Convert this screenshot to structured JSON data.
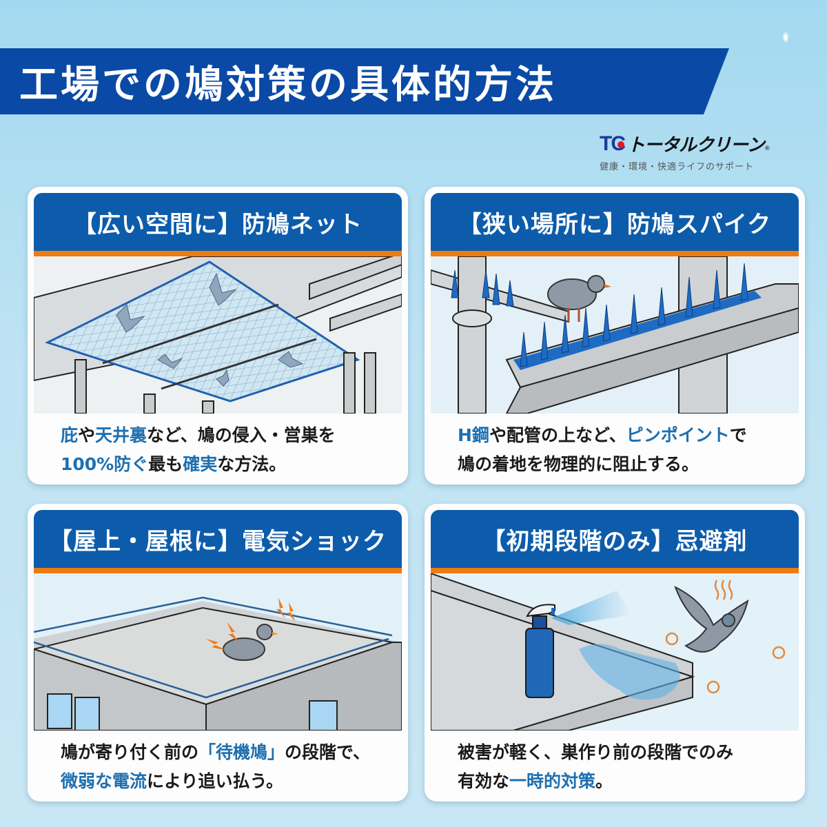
{
  "header": {
    "title": "工場での鳩対策の具体的方法"
  },
  "logo": {
    "mark": "TC",
    "name": "トータルクリーン",
    "registered": "®",
    "tagline": "健康・環境・快適ライフのサポート",
    "colors": {
      "mark": "#1a3b9c",
      "dot": "#e0182c"
    }
  },
  "colors": {
    "banner": "#0a4aa6",
    "card_header": "#0c5cab",
    "accent_stripe": "#ee7a14",
    "highlight_text": "#1d6fb0",
    "body_text": "#1a1a1a"
  },
  "cards": [
    {
      "title": "【広い空間に】防鳩ネット",
      "illustration": "net-over-ceiling-beams-with-pigeons",
      "desc": [
        [
          {
            "t": "庇",
            "h": true
          },
          {
            "t": "や",
            "h": false
          },
          {
            "t": "天井裏",
            "h": true
          },
          {
            "t": "など、鳩の侵入・営巣を",
            "h": false
          }
        ],
        [
          {
            "t": "100%防ぐ",
            "h": true
          },
          {
            "t": "最も",
            "h": false
          },
          {
            "t": "確実",
            "h": true
          },
          {
            "t": "な方法。",
            "h": false
          }
        ]
      ]
    },
    {
      "title": "【狭い場所に】防鳩スパイク",
      "illustration": "spikes-on-h-beam-and-pipe-with-pigeon",
      "desc": [
        [
          {
            "t": "H鋼",
            "h": true
          },
          {
            "t": "や配管の上など、",
            "h": false
          },
          {
            "t": "ピンポイント",
            "h": true
          },
          {
            "t": "で",
            "h": false
          }
        ],
        [
          {
            "t": "鳩の着地を物理的に阻止する。",
            "h": false
          }
        ]
      ]
    },
    {
      "title": "【屋上・屋根に】電気ショック",
      "illustration": "rooftop-electric-wire-with-shocked-pigeon",
      "desc": [
        [
          {
            "t": "鳩が寄り付く前の",
            "h": false
          },
          {
            "t": "「待機鳩」",
            "h": true
          },
          {
            "t": "の段階で、",
            "h": false
          }
        ],
        [
          {
            "t": "微弱な電流",
            "h": true
          },
          {
            "t": "により追い払う。",
            "h": false
          }
        ]
      ]
    },
    {
      "title": "【初期段階のみ】忌避剤",
      "illustration": "spray-bottle-repellent-with-fleeing-pigeon",
      "desc": [
        [
          {
            "t": "被害が軽く、巣作り前の段階でのみ",
            "h": false
          }
        ],
        [
          {
            "t": "有効な",
            "h": false
          },
          {
            "t": "一時的対策",
            "h": true
          },
          {
            "t": "。",
            "h": false
          }
        ]
      ]
    }
  ]
}
